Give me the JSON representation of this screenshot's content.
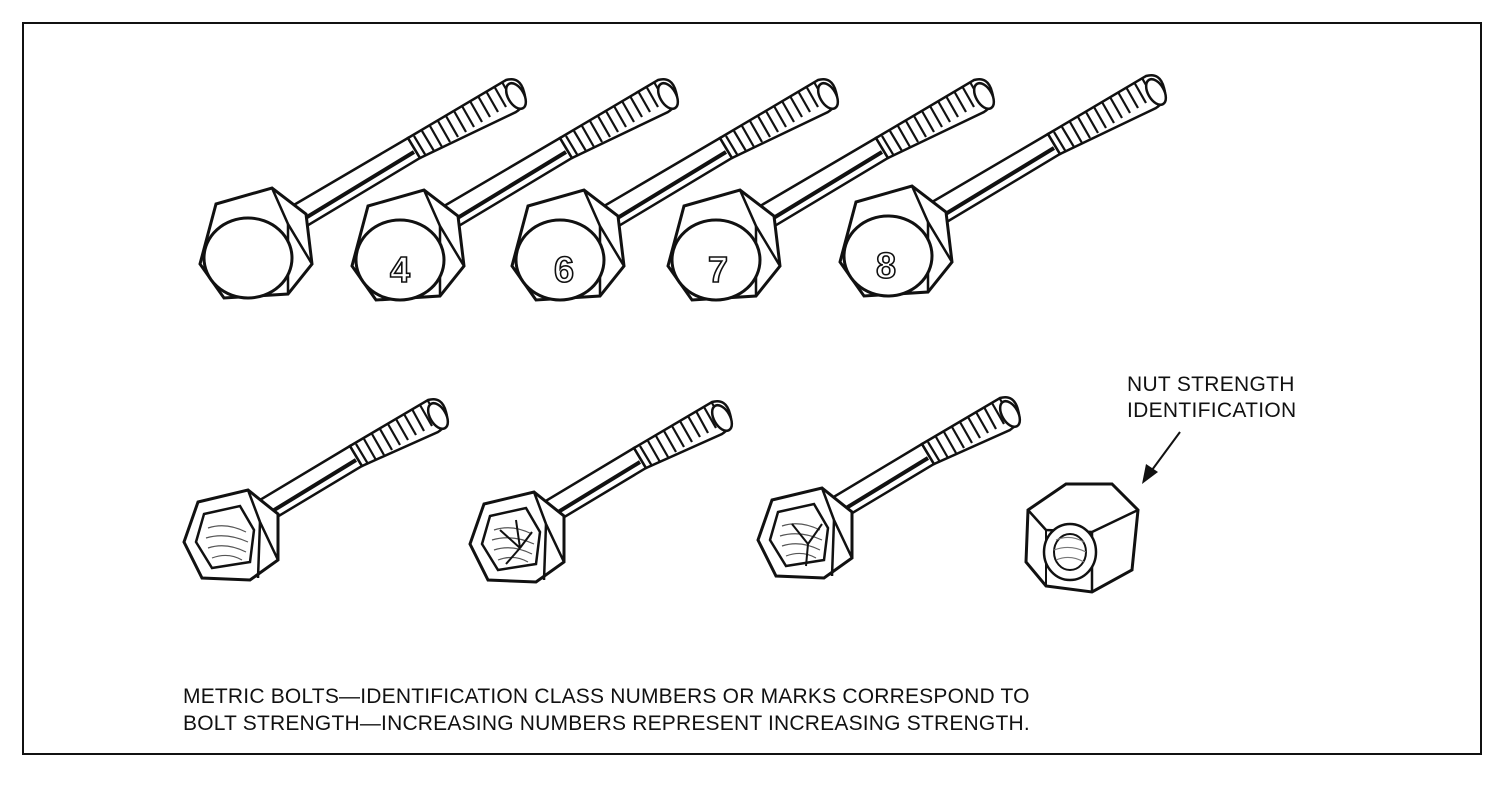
{
  "callout": {
    "line1": "NUT STRENGTH",
    "line2": "IDENTIFICATION"
  },
  "caption": {
    "line1": "METRIC BOLTS—IDENTIFICATION CLASS NUMBERS OR MARKS CORRESPOND TO",
    "line2": "BOLT STRENGTH—INCREASING NUMBERS REPRESENT INCREASING STRENGTH."
  },
  "top_bolts": [
    {
      "marking": ""
    },
    {
      "marking": "4"
    },
    {
      "marking": "6"
    },
    {
      "marking": "7"
    },
    {
      "marking": "8"
    }
  ],
  "bottom_bolts": [
    {
      "mark_lines": 0
    },
    {
      "mark_lines": 4
    },
    {
      "mark_lines": 3
    }
  ],
  "colors": {
    "ink": "#111111",
    "paper": "#ffffff"
  }
}
